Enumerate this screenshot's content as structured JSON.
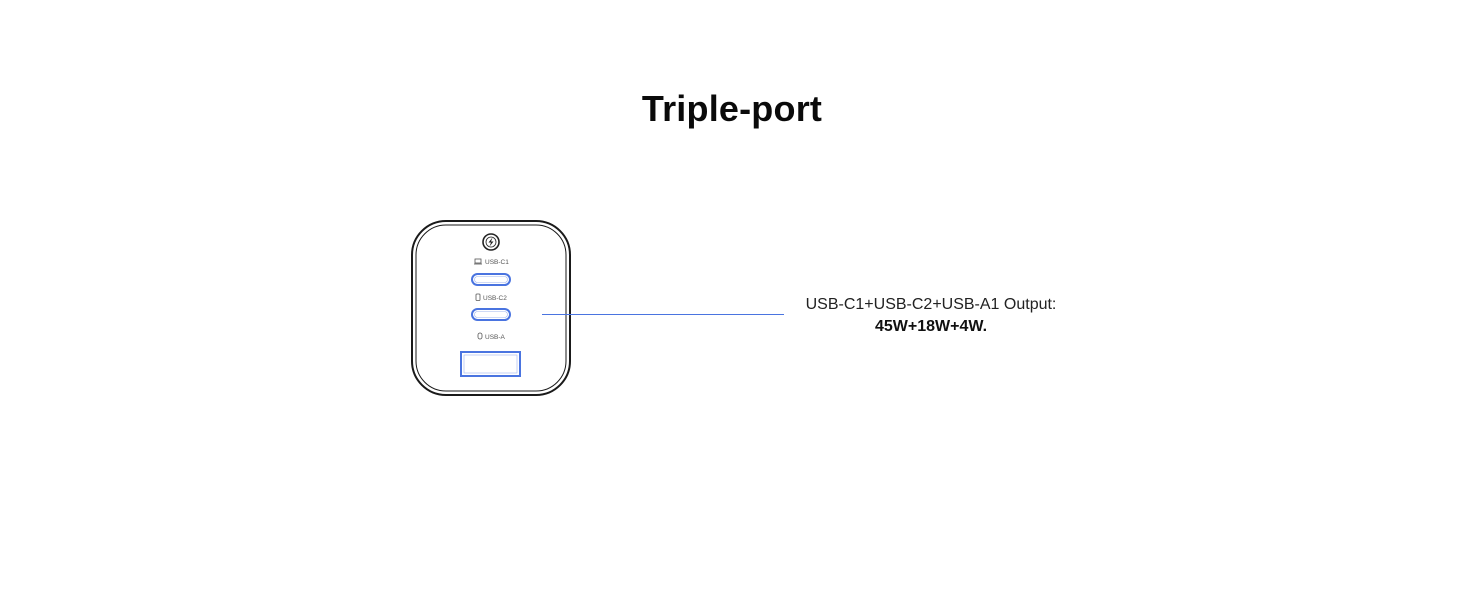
{
  "heading": {
    "title": "Triple-port"
  },
  "device": {
    "logo_icon": "lightning-badge-icon",
    "ports": [
      {
        "label": "USB-C1",
        "icon": "laptop-icon",
        "type": "usb-c"
      },
      {
        "label": "USB-C2",
        "icon": "phone-icon",
        "type": "usb-c"
      },
      {
        "label": "USB-A",
        "icon": "earbuds-icon",
        "type": "usb-a"
      }
    ]
  },
  "callout": {
    "line1": "USB-C1+USB-C2+USB-A1 Output:",
    "line2": "45W+18W+4W."
  },
  "colors": {
    "accent": "#4a74e0",
    "outline": "#1a1a1a",
    "text": "#111111"
  }
}
